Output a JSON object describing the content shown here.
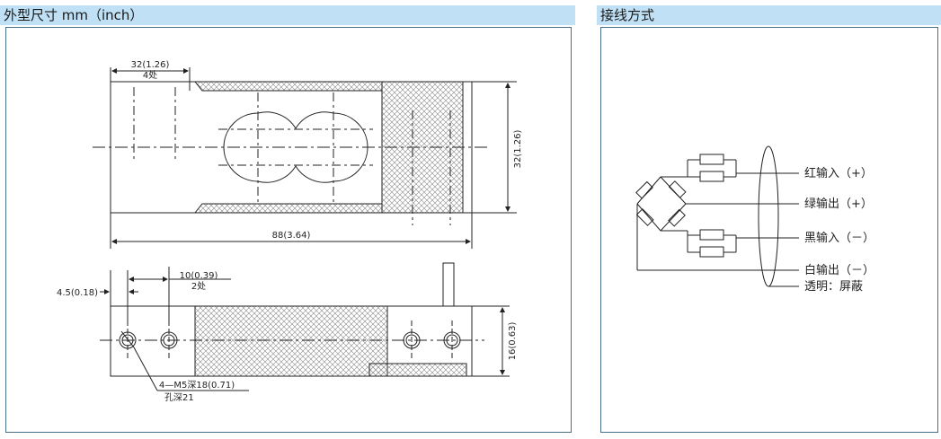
{
  "left_panel": {
    "title": "外型尺寸 mm（inch）",
    "dims": {
      "top_width_small": "32(1.26)",
      "four_places_top": "4处",
      "height_right": "32(1.26)",
      "length": "88(3.64)",
      "offset_left": "4.5(0.18)",
      "spacing": "10(0.39)",
      "two_places": "2处",
      "side_height": "16(0.63)",
      "thread": "4—M5深18(0.71)",
      "hole_depth": "孔深21"
    }
  },
  "right_panel": {
    "title": "接线方式",
    "wires": [
      {
        "label": "红输入（+）"
      },
      {
        "label": "绿输出（+）"
      },
      {
        "label": "黑输入（－）"
      },
      {
        "label": "白输出（－）"
      },
      {
        "label": "透明：屏蔽"
      }
    ]
  },
  "colors": {
    "header_bg": "#bfe0f5",
    "frame": "#4a6f8a",
    "line": "#222222",
    "hatch": "#888888"
  }
}
